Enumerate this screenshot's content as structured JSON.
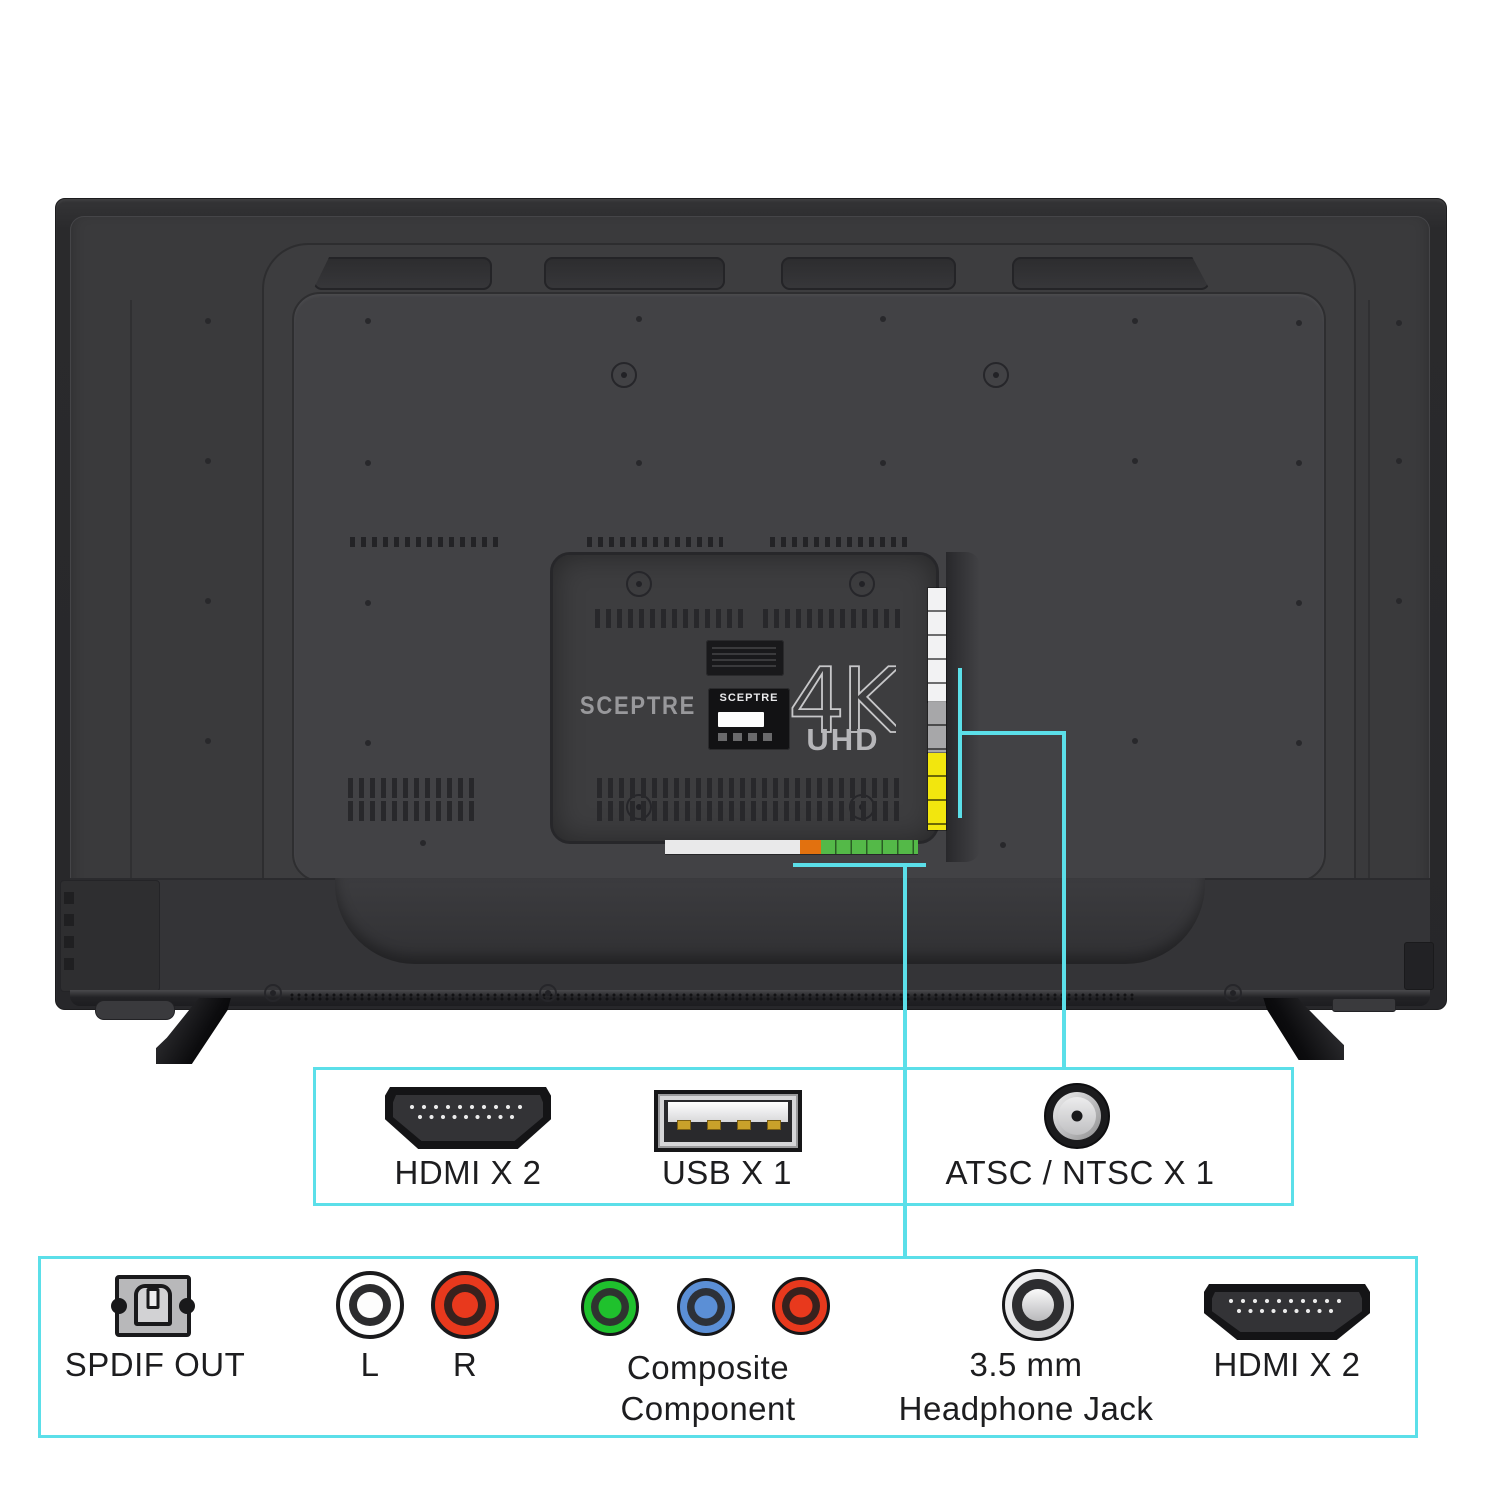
{
  "diagram": {
    "tv": {
      "panel_logo": "SCEPTRE",
      "label_brand": "SCEPTRE",
      "badge_4k": "4K",
      "badge_uhd": "UHD"
    },
    "boxes": {
      "top": {
        "items": [
          {
            "icon": "hdmi-port",
            "label": "HDMI X 2"
          },
          {
            "icon": "usb-port",
            "label": "USB X 1"
          },
          {
            "icon": "coax-port",
            "label": "ATSC / NTSC X 1"
          }
        ]
      },
      "bottom": {
        "items": [
          {
            "icon": "spdif-port",
            "label": "SPDIF OUT"
          },
          {
            "icon": "rca-white-port",
            "label": "L"
          },
          {
            "icon": "rca-red-port",
            "label": "R"
          },
          {
            "icon": "component-ports",
            "label": "Composite",
            "label2": "Component"
          },
          {
            "icon": "headphone-jack-port",
            "label": "3.5 mm",
            "label2": "Headphone Jack"
          },
          {
            "icon": "hdmi-port",
            "label": "HDMI X 2"
          }
        ]
      }
    },
    "colors": {
      "callout": "#5bdfe9",
      "strip_yellow": "#f2e60e",
      "strip_green": "#54b948",
      "strip_orange": "#e2710f",
      "rca_green": "#1fc12d",
      "rca_blue": "#5b8fd6",
      "rca_red": "#e8391d"
    }
  }
}
